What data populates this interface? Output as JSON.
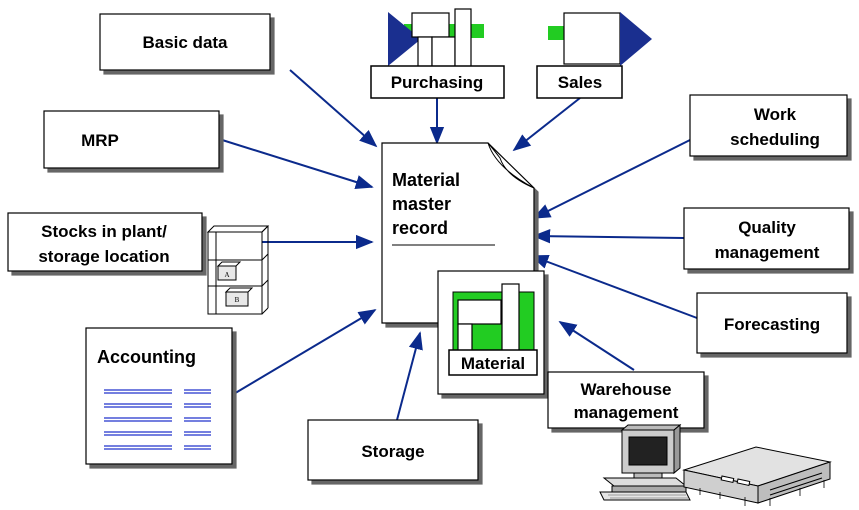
{
  "colors": {
    "arrow": "#0b2a8c",
    "green": "#22cc22",
    "navy": "#1a2f8f",
    "list_line": "#2233cc"
  },
  "center": {
    "line1": "Material",
    "line2": "master",
    "line3": "record"
  },
  "material_label": "Material",
  "boxes": {
    "basic_data": "Basic data",
    "mrp": "MRP",
    "stocks_line1": "Stocks in plant/",
    "stocks_line2": "storage location",
    "accounting": "Accounting",
    "storage": "Storage",
    "purchasing": "Purchasing",
    "sales": "Sales",
    "work_line1": "Work",
    "work_line2": "scheduling",
    "quality_line1": "Quality",
    "quality_line2": "management",
    "forecasting": "Forecasting",
    "warehouse_line1": "Warehouse",
    "warehouse_line2": "management"
  },
  "shelf_labels": [
    "A",
    "B"
  ],
  "icons": [
    "shelf-icon",
    "computer-icon",
    "server-icon",
    "document-icon"
  ]
}
